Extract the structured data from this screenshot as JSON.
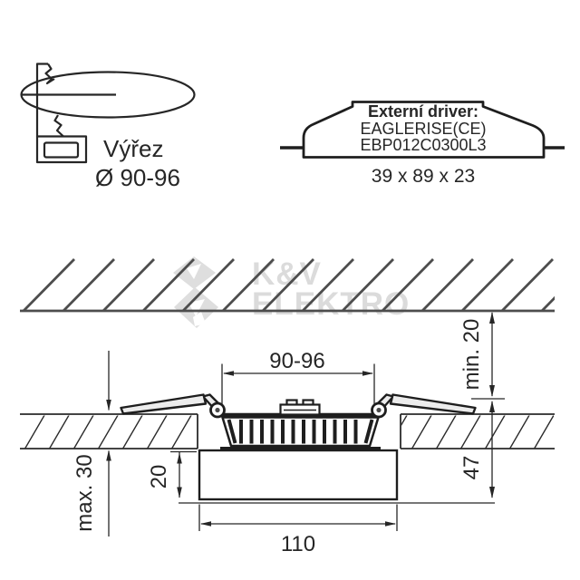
{
  "drawing": {
    "cutout": {
      "label": "Výřez",
      "diameter": "Ø 90-96"
    },
    "driver": {
      "title": "Externí driver:",
      "manufacturer": "EAGLERISE(CE)",
      "model": "EBP012C0300L3",
      "size": "39 x 89 x 23"
    },
    "dimensions": {
      "cutout_width": "90-96",
      "clearance_above": "min. 20",
      "ceiling_thickness": "max. 30",
      "bezel_height": "20",
      "total_height": "47",
      "outer_width": "110"
    },
    "watermark": {
      "line1": "K&V",
      "line2": "ELEKTRO"
    },
    "colors": {
      "line": "#262626",
      "upper_hatch": "#4d4d4d",
      "watermark": "#dbdbdb",
      "spring_fill": "#ececec"
    }
  }
}
